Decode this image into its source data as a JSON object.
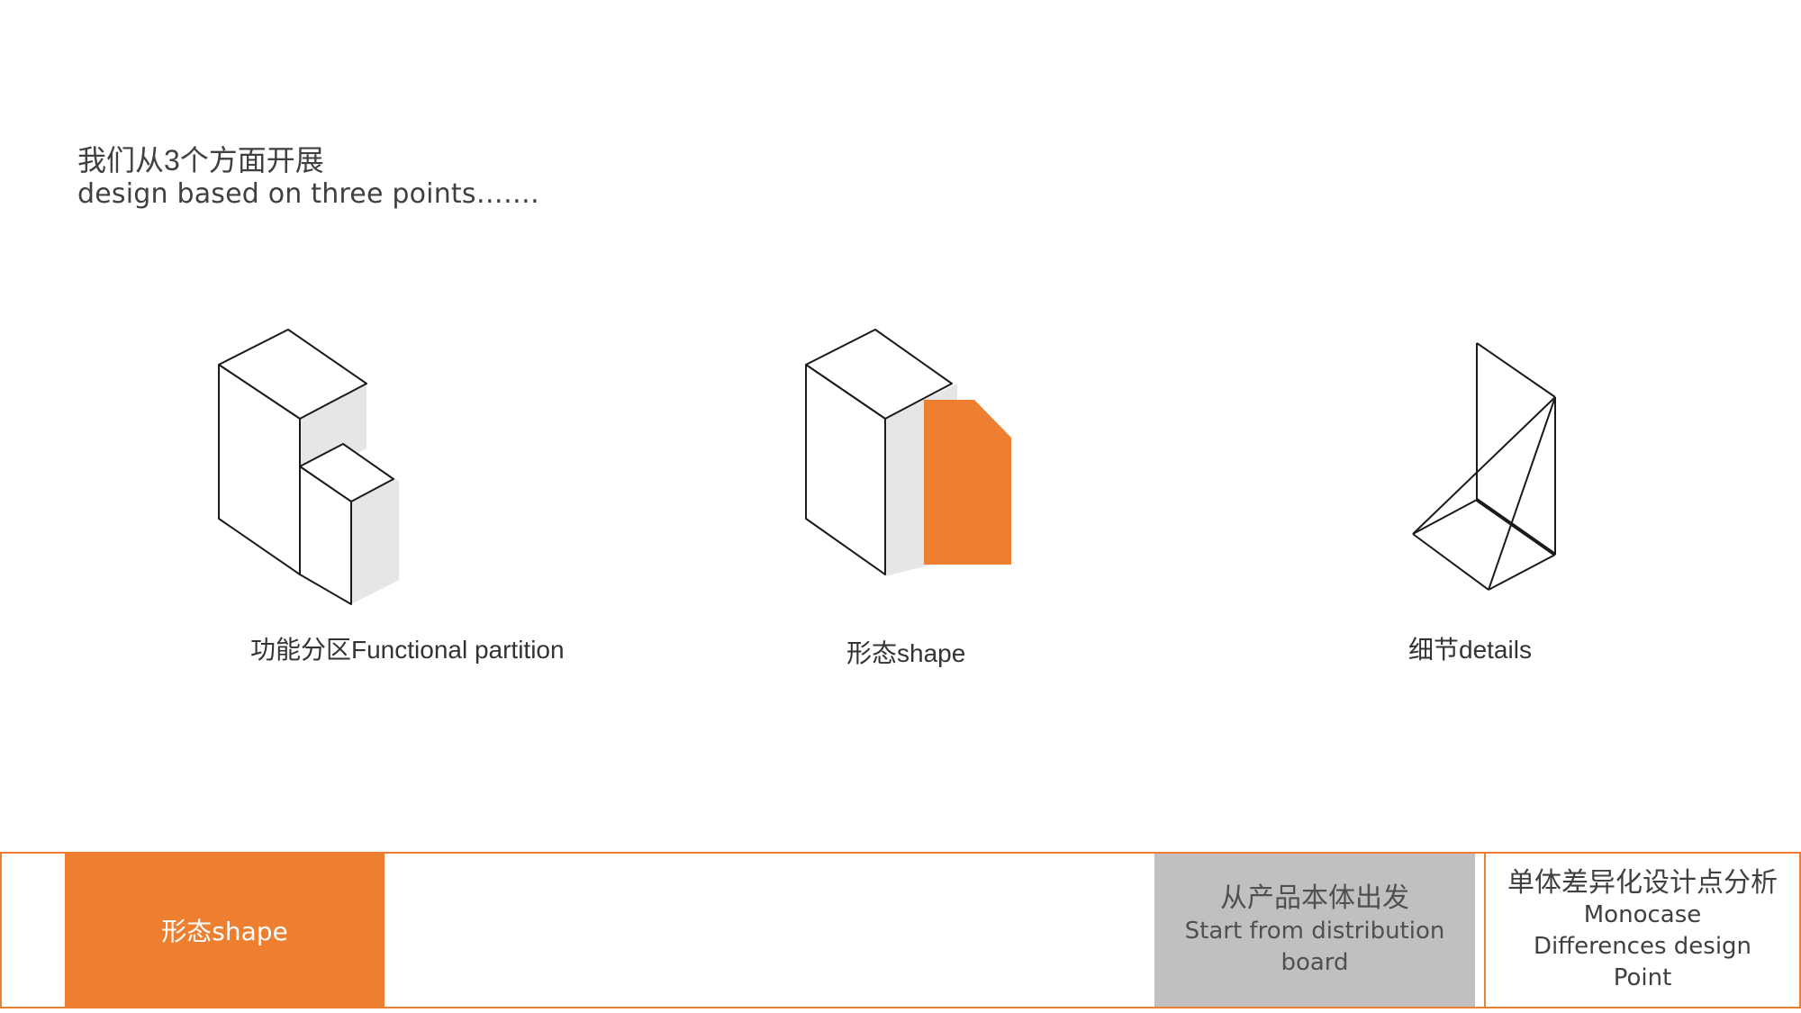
{
  "heading": {
    "title_cn": "我们从3个方面开展",
    "title_en": "design based on three points……."
  },
  "diagrams": [
    {
      "icon": "partition-blocks-icon",
      "caption": "功能分区Functional partition"
    },
    {
      "icon": "shape-form-icon",
      "caption": "形态shape"
    },
    {
      "icon": "details-wedge-icon",
      "caption": "细节details"
    }
  ],
  "nav": {
    "active_label": "形态shape",
    "start_cn": "从产品本体出发",
    "start_en": "Start from distribution board",
    "monocase_cn": "单体差异化设计点分析",
    "monocase_en": "Monocase Differences design Point"
  },
  "colors": {
    "accent": "#ee7f30",
    "gray_tab": "#c0c0c0",
    "shadow": "#e6e6e6",
    "line": "#1a1a1a"
  }
}
